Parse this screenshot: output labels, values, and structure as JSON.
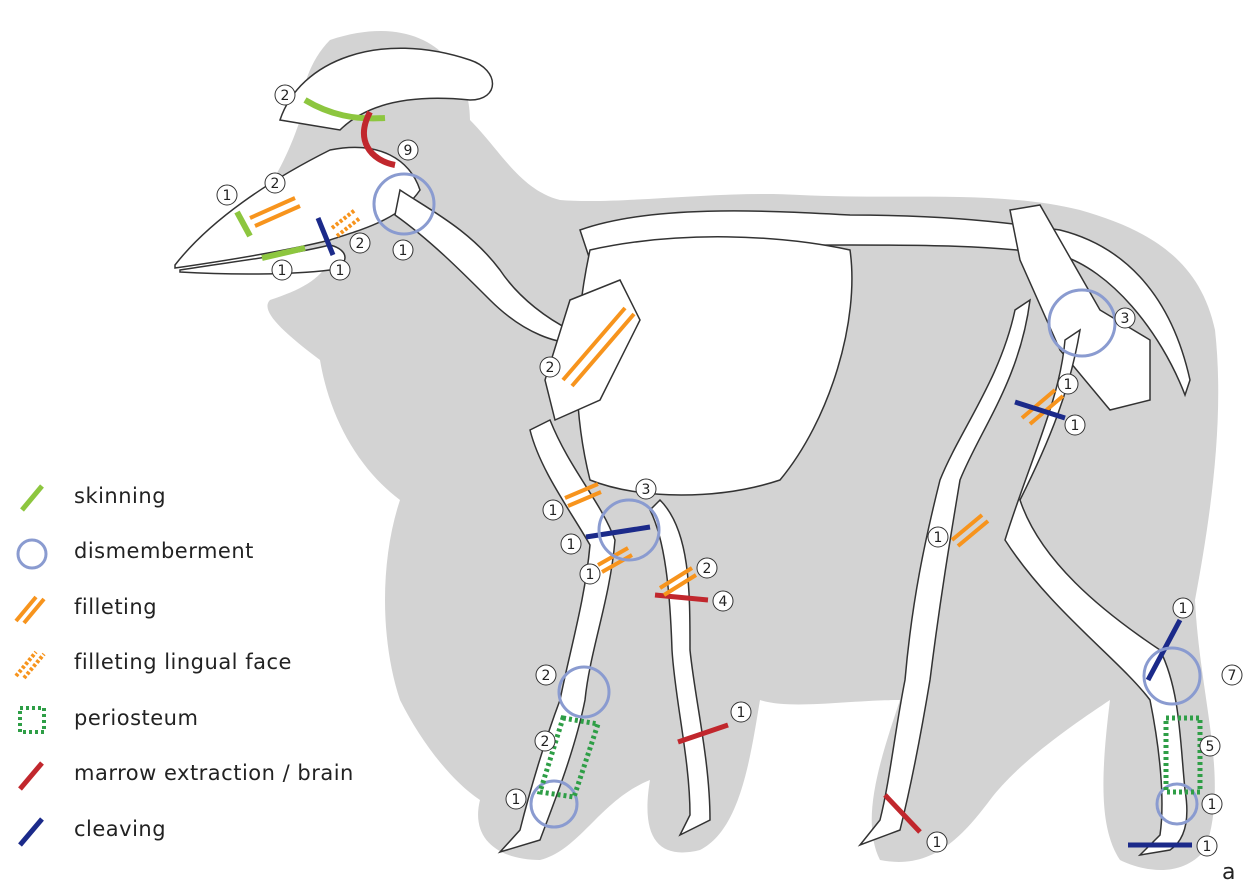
{
  "colors": {
    "skinning": "#8dc63f",
    "dismemberment": "#8a9bd0",
    "filleting": "#f7941d",
    "periosteum": "#2e9e46",
    "marrow": "#c1272d",
    "cleaving": "#1b2a8a",
    "silhouette": "#d3d3d3",
    "bone_outline": "#333333"
  },
  "legend": [
    {
      "key": "skinning",
      "label": "skinning",
      "icon": "green-slash-icon"
    },
    {
      "key": "dismemberment",
      "label": "dismemberment",
      "icon": "blue-circle-icon"
    },
    {
      "key": "filleting",
      "label": "filleting",
      "icon": "orange-double-slash-icon"
    },
    {
      "key": "filleting_lingual",
      "label": "filleting lingual face",
      "icon": "orange-dotted-double-slash-icon"
    },
    {
      "key": "periosteum",
      "label": "periosteum",
      "icon": "green-dotted-square-icon"
    },
    {
      "key": "marrow",
      "label": "marrow extraction / brain",
      "icon": "red-slash-icon"
    },
    {
      "key": "cleaving",
      "label": "cleaving",
      "icon": "navy-slash-icon"
    }
  ],
  "marks": [
    {
      "type": "skinning",
      "count": "2",
      "region": "horn-base"
    },
    {
      "type": "marrow",
      "count": "9",
      "region": "skull"
    },
    {
      "type": "skinning",
      "count": "1",
      "region": "muzzle"
    },
    {
      "type": "filleting",
      "count": "2",
      "region": "maxilla"
    },
    {
      "type": "filleting_lingual",
      "count": "2",
      "region": "mandible"
    },
    {
      "type": "cleaving",
      "count": "1",
      "region": "mandible"
    },
    {
      "type": "skinning",
      "count": "1",
      "region": "mandible-lower"
    },
    {
      "type": "dismemberment",
      "count": "1",
      "region": "atlas"
    },
    {
      "type": "filleting",
      "count": "2",
      "region": "scapula"
    },
    {
      "type": "dismemberment",
      "count": "3",
      "region": "pelvis"
    },
    {
      "type": "filleting",
      "count": "1",
      "region": "femur"
    },
    {
      "type": "cleaving",
      "count": "1",
      "region": "femur"
    },
    {
      "type": "filleting",
      "count": "1",
      "region": "humerus"
    },
    {
      "type": "dismemberment",
      "count": "3",
      "region": "elbow"
    },
    {
      "type": "cleaving",
      "count": "1",
      "region": "elbow"
    },
    {
      "type": "filleting",
      "count": "1",
      "region": "radius"
    },
    {
      "type": "filleting",
      "count": "2",
      "region": "radius-left"
    },
    {
      "type": "marrow",
      "count": "4",
      "region": "radius-left"
    },
    {
      "type": "filleting",
      "count": "1",
      "region": "tibia"
    },
    {
      "type": "dismemberment",
      "count": "2",
      "region": "carpal"
    },
    {
      "type": "periosteum",
      "count": "2",
      "region": "metacarpal"
    },
    {
      "type": "dismemberment",
      "count": "1",
      "region": "fetlock-front"
    },
    {
      "type": "marrow",
      "count": "1",
      "region": "metacarpal-left"
    },
    {
      "type": "marrow",
      "count": "1",
      "region": "metatarsal-left"
    },
    {
      "type": "cleaving",
      "count": "1",
      "region": "tarsal"
    },
    {
      "type": "dismemberment",
      "count": "7",
      "region": "tarsal"
    },
    {
      "type": "periosteum",
      "count": "5",
      "region": "metatarsal"
    },
    {
      "type": "dismemberment",
      "count": "1",
      "region": "fetlock-hind"
    },
    {
      "type": "cleaving",
      "count": "1",
      "region": "hoof-hind"
    }
  ],
  "panel_letter": "a"
}
